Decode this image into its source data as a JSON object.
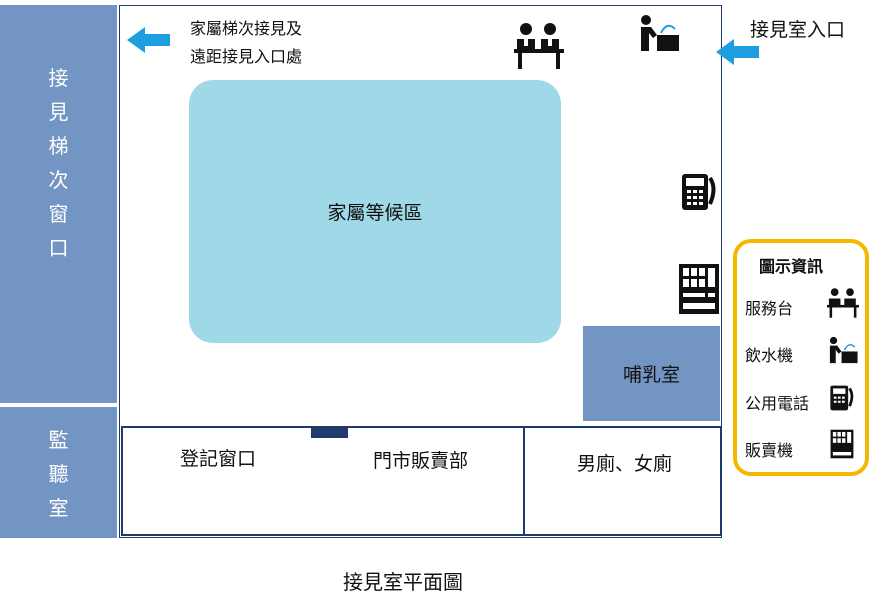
{
  "left_panel": {
    "visit_window": [
      "接",
      "見",
      "梯",
      "次",
      "窗",
      "口"
    ],
    "monitor_room": [
      "監",
      "聽",
      "室"
    ]
  },
  "top": {
    "family_entrance_line1": "家屬梯次接見及",
    "family_entrance_line2": "遠距接見入口處",
    "visit_room_entrance": "接見室入口"
  },
  "rooms": {
    "waiting_area": "家屬等候區",
    "nursing_room": "哺乳室",
    "registration_window": "登記窗口",
    "store": "門市販賣部",
    "restrooms": "男廁、女廁"
  },
  "legend": {
    "title": "圖示資訊",
    "items": [
      {
        "label": "服務台",
        "icon": "service-desk-icon"
      },
      {
        "label": "飲水機",
        "icon": "water-fountain-icon"
      },
      {
        "label": "公用電話",
        "icon": "public-phone-icon"
      },
      {
        "label": "販賣機",
        "icon": "vending-machine-icon"
      }
    ]
  },
  "caption": "接見室平面圖",
  "colors": {
    "panel_blue": "#7395c3",
    "waiting_cyan": "#9fd9e8",
    "arrow_blue": "#1e9ee0",
    "legend_border": "#f5b800",
    "wall_navy": "#1f3a6b"
  }
}
